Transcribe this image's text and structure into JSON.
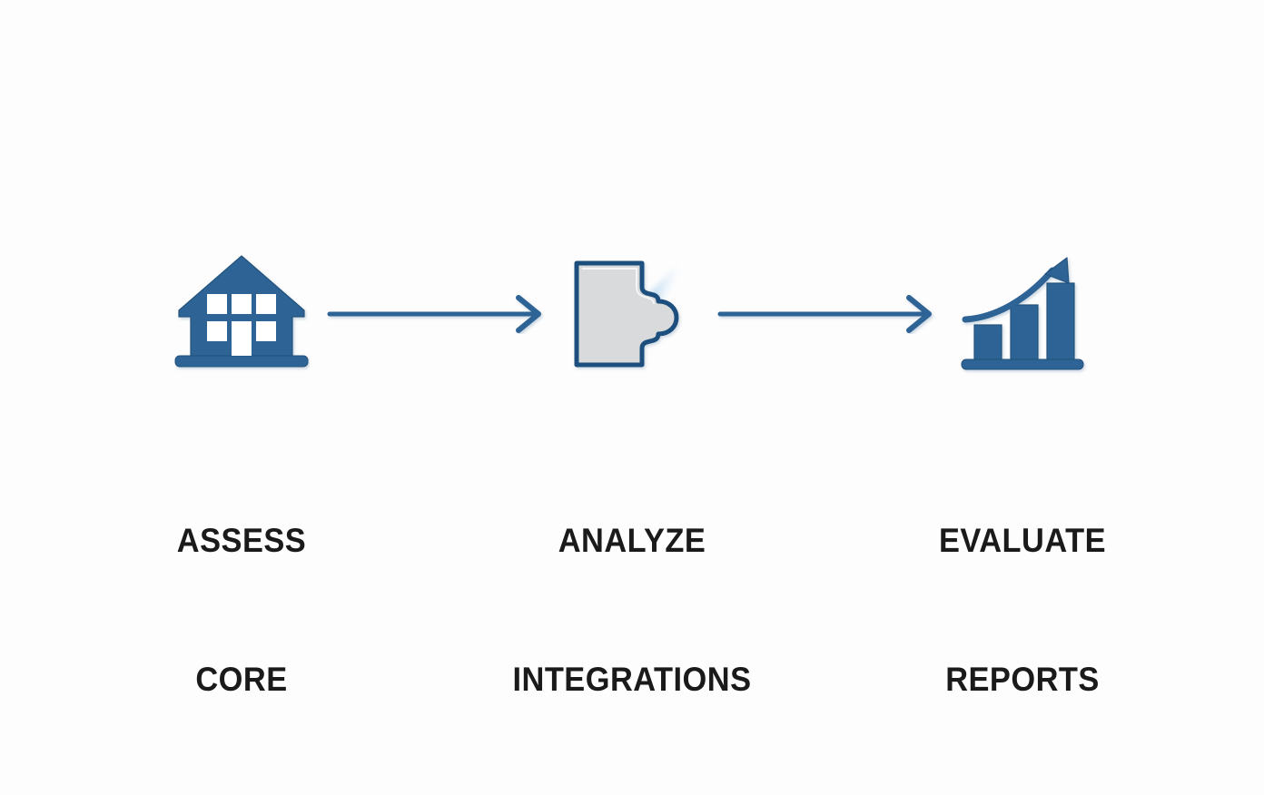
{
  "diagram": {
    "title": "Assess Core to Analyze Integrations to Evaluate Reports process flow",
    "background_color": "#fdfdfd",
    "accent_color": "#2d6395",
    "accent_dark_color": "#1f4f7d",
    "puzzle_fill_color": "#d9dadb",
    "label_color": "#1a1a1a",
    "glow_color": "#cfe2f5",
    "orientation": "horizontal",
    "step_count": 3,
    "connector_count": 2,
    "steps": [
      {
        "index": 1,
        "icon": "house-icon",
        "icon_description": "Solid blue house with pitched roof, three upper windows, two lower windows, central door and base plinth",
        "label_line_1": "ASSESS",
        "label_line_2": "CORE",
        "label_full": "ASSESS CORE"
      },
      {
        "index": 2,
        "icon": "puzzle-piece-icon",
        "icon_description": "Grey puzzle piece with dark blue outline, interlocking knob on the right edge and a pale blue light beam",
        "label_line_1": "ANALYZE",
        "label_line_2": "INTEGRATIONS",
        "label_full": "ANALYZE INTEGRATIONS"
      },
      {
        "index": 3,
        "icon": "growth-bar-chart-icon",
        "icon_description": "Three ascending blue bars on a baseline with a curved upward trending arrow",
        "label_line_1": "EVALUATE",
        "label_line_2": "REPORTS",
        "label_full": "EVALUATE REPORTS"
      }
    ],
    "connectors": [
      {
        "index": 1,
        "icon": "arrow-right-icon",
        "direction": "right",
        "from": "ASSESS CORE",
        "to": "ANALYZE INTEGRATIONS"
      },
      {
        "index": 2,
        "icon": "arrow-right-icon",
        "direction": "right",
        "from": "ANALYZE INTEGRATIONS",
        "to": "EVALUATE REPORTS"
      }
    ]
  }
}
